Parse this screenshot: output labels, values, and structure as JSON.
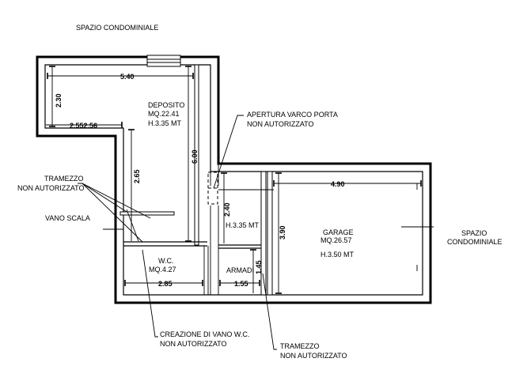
{
  "labels": {
    "spazio_top": "SPAZIO CONDOMINIALE",
    "spazio_right_1": "SPAZIO",
    "spazio_right_2": "CONDOMINIALE",
    "tramezzo_left_1": "TRAMEZZO",
    "tramezzo_left_2": "NON AUTORIZZATO",
    "vano_scala": "VANO SCALA",
    "apertura_1": "APERTURA VARCO PORTA",
    "apertura_2": "NON AUTORIZZATO",
    "creazione_1": "CREAZIONE DI VANO W.C.",
    "creazione_2": "NON AUTORIZZATO",
    "tramezzo_bottom_1": "TRAMEZZO",
    "tramezzo_bottom_2": "NON AUTORIZZATO",
    "armadi": "ARMADI",
    "h335_small": "H.3.35  MT"
  },
  "rooms": {
    "deposito": {
      "name": "DEPOSITO",
      "area": "MQ.22.41",
      "height": "H.3.35  MT"
    },
    "wc": {
      "name": "W.C.",
      "area": "MQ.4.27"
    },
    "garage": {
      "name": "GARAGE",
      "area": "MQ.26.57",
      "height": "H.3.50  MT"
    }
  },
  "dimensions": {
    "d540": "5.40",
    "d230": "2.30",
    "d255": "2.552.56",
    "d600": "6.00",
    "d265": "2.65",
    "d490": "4.90",
    "d240": "2.40",
    "d390": "3.90",
    "d145": "1.45",
    "d285": "2.85",
    "d155": "1.55"
  }
}
